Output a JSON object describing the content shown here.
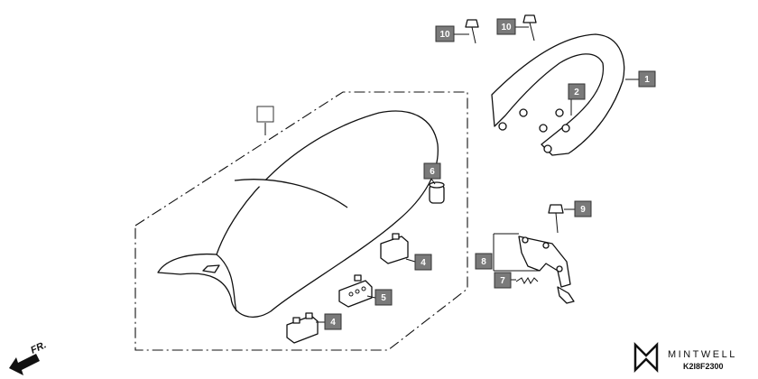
{
  "diagram": {
    "callouts": [
      {
        "id": "c1",
        "label": "1"
      },
      {
        "id": "c2",
        "label": "2"
      },
      {
        "id": "c3",
        "label": ""
      },
      {
        "id": "c4a",
        "label": "4"
      },
      {
        "id": "c4b",
        "label": "4"
      },
      {
        "id": "c5",
        "label": "5"
      },
      {
        "id": "c6",
        "label": "6"
      },
      {
        "id": "c7",
        "label": "7"
      },
      {
        "id": "c8",
        "label": "8"
      },
      {
        "id": "c9",
        "label": "9"
      },
      {
        "id": "c10a",
        "label": "10"
      },
      {
        "id": "c10b",
        "label": "10"
      }
    ],
    "direction_label": "FR.",
    "brand": "MINTWELL",
    "diagram_code": "K2I8F2300"
  },
  "colors": {
    "callout_fill": "#7a7a7a",
    "line": "#111111"
  }
}
